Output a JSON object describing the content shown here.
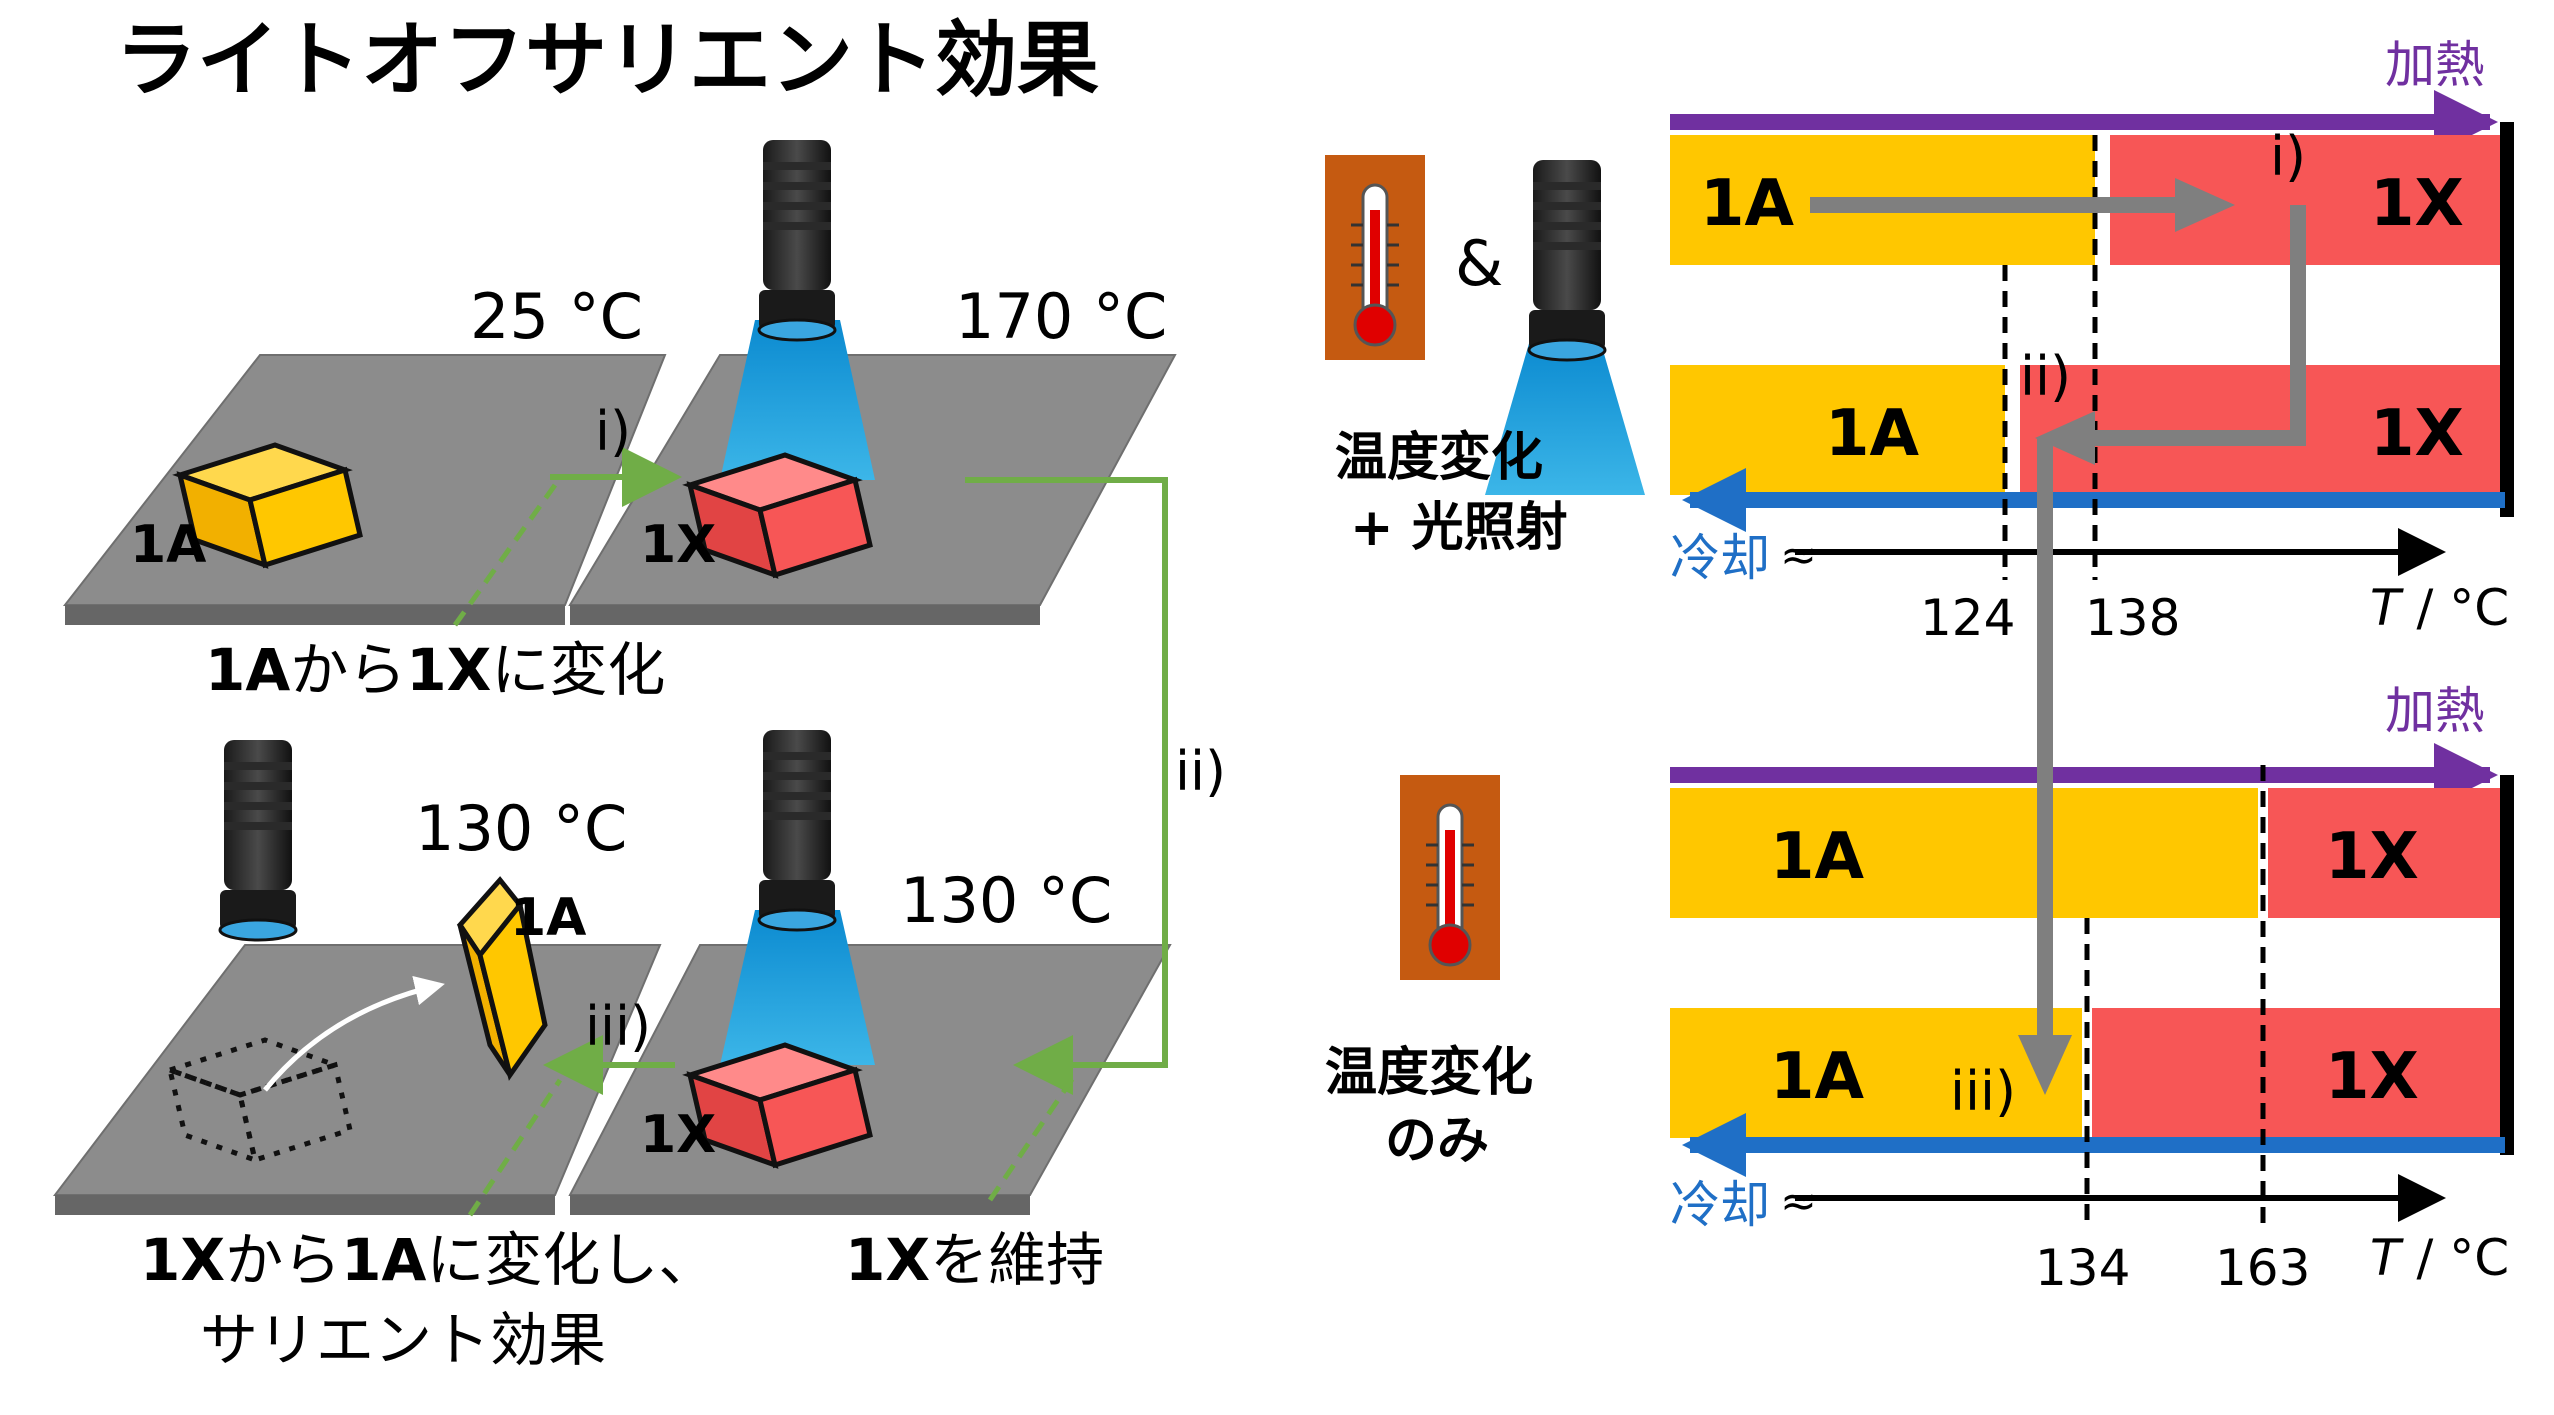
{
  "title": "ライトオフサリエント効果",
  "left": {
    "temp_25": "25 °C",
    "temp_170": "170 °C",
    "temp_130_left": "130 °C",
    "temp_130_right": "130 °C",
    "crystal_1A": "1A",
    "crystal_1X": "1X",
    "crystal_1X_bottom": "1X",
    "crystal_1A_tilted": "1A",
    "step_i": "i)",
    "step_ii": "ii)",
    "step_iii": "iii)",
    "caption_top_a": "1A",
    "caption_top_b": "から",
    "caption_top_c": "1X",
    "caption_top_d": "に変化",
    "caption_bl_1a": "1X",
    "caption_bl_1b": "から",
    "caption_bl_1c": "1A",
    "caption_bl_1d": "に変化し、",
    "caption_bl_2": "サリエント効果",
    "caption_br_a": "1X",
    "caption_br_b": "を維持"
  },
  "right": {
    "amp": "&",
    "label_light_1": "温度変化",
    "label_light_2": "+ 光照射",
    "label_temp_1": "温度変化",
    "label_temp_2": "のみ",
    "heating": "加熱",
    "cooling": "冷却",
    "axis_unit": "/ °C",
    "axis_T": "T",
    "top_heat_left": "1A",
    "top_heat_right": "1X",
    "top_cool_left": "1A",
    "top_cool_right": "1X",
    "bot_heat_left": "1A",
    "bot_heat_right": "1X",
    "bot_cool_left": "1A",
    "bot_cool_right": "1X",
    "tick_124": "124",
    "tick_138": "138",
    "tick_134": "134",
    "tick_163": "163",
    "step_i": "i)",
    "step_ii": "ii)",
    "step_iii": "iii)"
  },
  "colors": {
    "yellow": "#FFC700",
    "red": "#F75656",
    "purple": "#7030A0",
    "blue": "#1F6FC6",
    "plate": "#8C8C8C",
    "green": "#70AD47",
    "gray_arrow": "#7F7F7F",
    "beam": "#1FA3DC",
    "thermo_bg": "#C55A11"
  }
}
